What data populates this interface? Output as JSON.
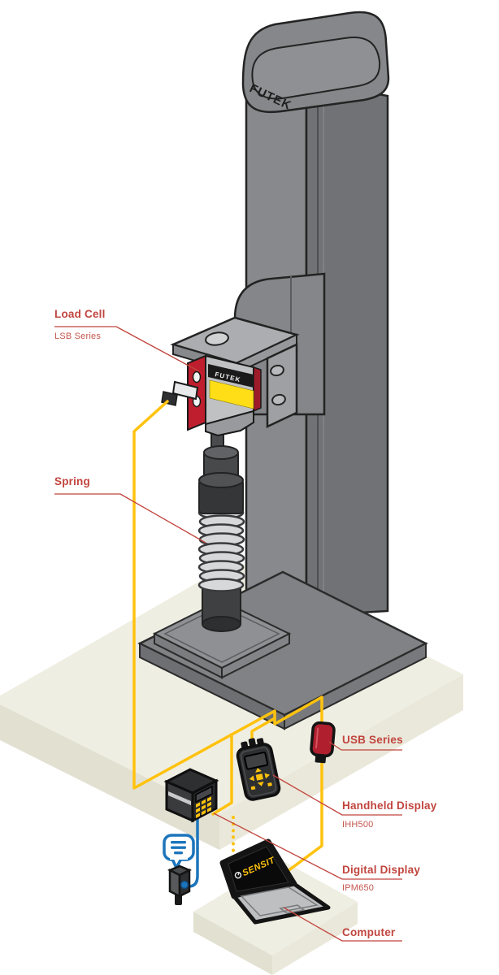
{
  "annotations": {
    "load_cell": {
      "title": "Load Cell",
      "subtitle": "LSB Series"
    },
    "spring": {
      "title": "Spring"
    },
    "usb_series": {
      "title": "USB Series"
    },
    "handheld_display": {
      "title": "Handheld Display",
      "subtitle": "IHH500"
    },
    "digital_display": {
      "title": "Digital Display",
      "subtitle": "IPM650"
    },
    "computer": {
      "title": "Computer"
    }
  },
  "branding": {
    "stand_logo": "FUTEK",
    "load_cell_brand": "FUTEK",
    "software_logo": "SENSIT"
  },
  "colors": {
    "annotation_red": "#C1453E",
    "cable_yellow": "#FFC20E",
    "cable_blue": "#1C75BC",
    "futek_red": "#BE1E2D",
    "load_cell_label_yellow": "#FFDE17",
    "table_beige": "#EFEEE2",
    "stand_gray": "#808285"
  }
}
